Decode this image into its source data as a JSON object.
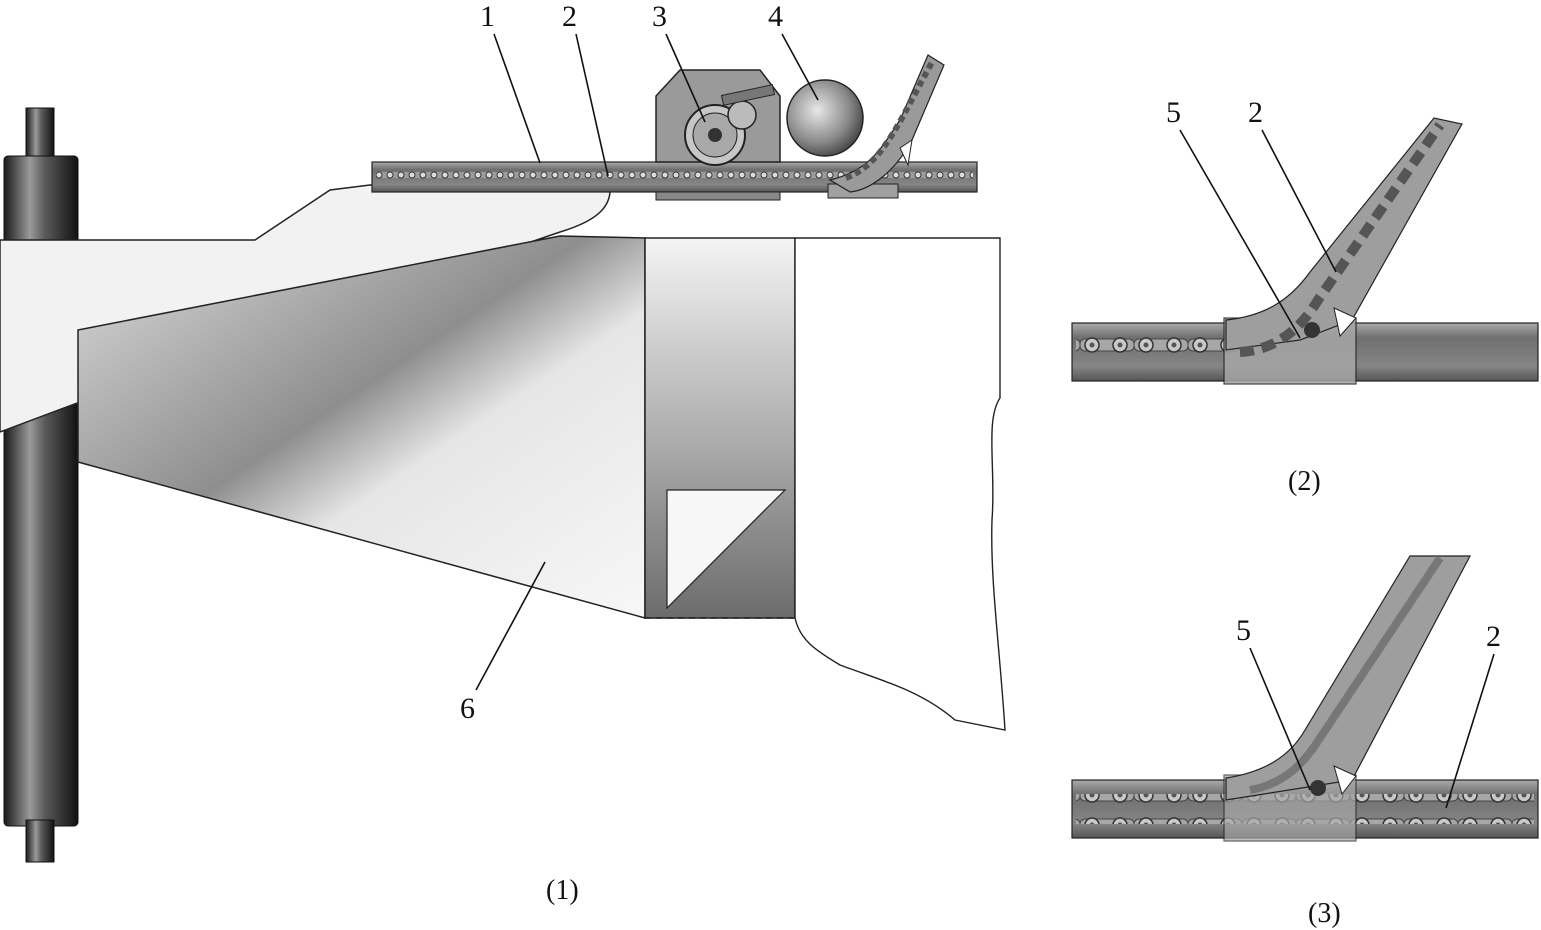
{
  "figure": {
    "panel_1": {
      "caption": "(1)",
      "labels": {
        "l1": "1",
        "l2": "2",
        "l3": "3",
        "l4": "4",
        "l6": "6"
      }
    },
    "panel_2": {
      "caption": "(2)",
      "labels": {
        "l5": "5",
        "l2": "2"
      }
    },
    "panel_3": {
      "caption": "(3)",
      "labels": {
        "l5": "5",
        "l2": "2"
      }
    }
  }
}
